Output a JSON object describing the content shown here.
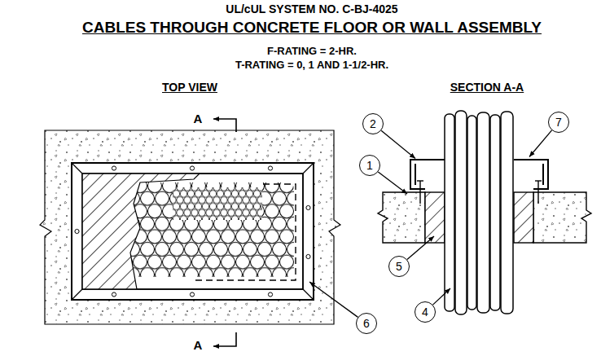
{
  "diagram": {
    "title": "CABLES THROUGH CONCRETE FLOOR OR WALL ASSEMBLY",
    "nodes": [
      {
        "text": [
          "2"
        ]
      },
      {
        "text": [
          "7"
        ]
      },
      {
        "text": [
          "1"
        ]
      },
      {
        "text": [
          "5"
        ]
      },
      {
        "text": [
          "4"
        ]
      },
      {
        "text": [
          "6"
        ]
      }
    ],
    "labels": [
      "UL/cUL SYSTEM NO. C-BJ-4025",
      "F-RATING = 2-HR.",
      "T-RATING = 0, 1 AND 1-1/2-HR.",
      "TOP VIEW",
      "SECTION A-A",
      "A",
      "A"
    ]
  }
}
